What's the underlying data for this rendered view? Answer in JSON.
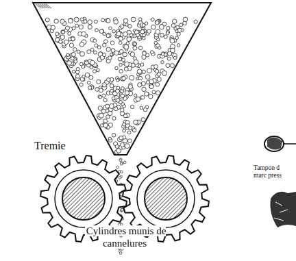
{
  "diagram": {
    "labels": [
      "Tremie",
      "Cylindres munis de cannelures",
      "Tampon d",
      "marc press"
    ]
  }
}
